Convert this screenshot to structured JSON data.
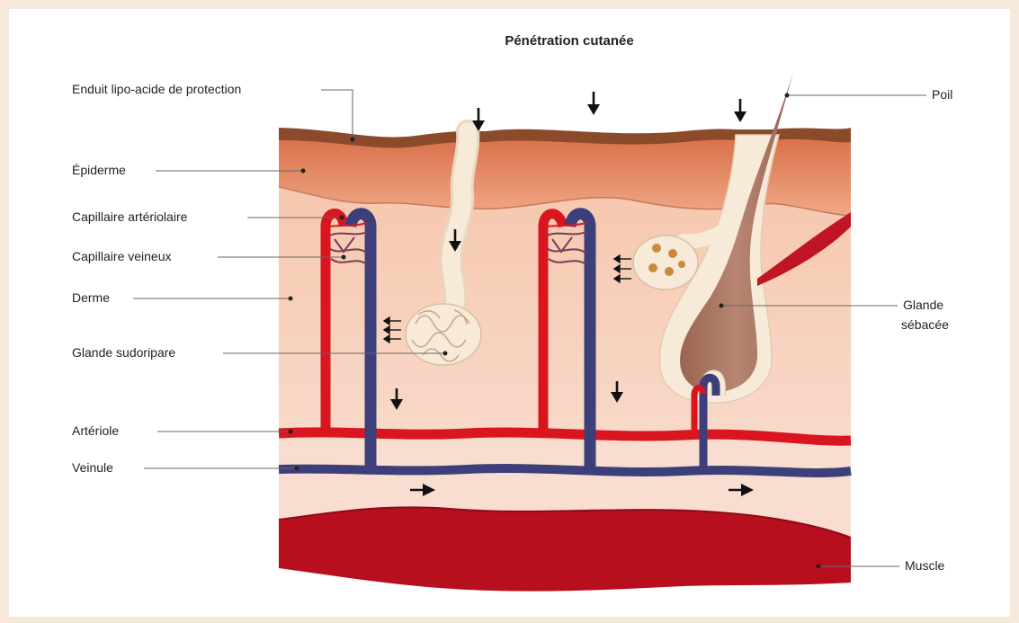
{
  "title": "Pénétration cutanée",
  "labels": {
    "enduit": "Enduit lipo-acide de protection",
    "epiderme": "Épiderme",
    "capillaire_arteriolaire": "Capillaire artériolaire",
    "capillaire_veineux": "Capillaire veineux",
    "derme": "Derme",
    "glande_sudoripare": "Glande sudoripare",
    "arteriole": "Artériole",
    "veinule": "Veinule",
    "poil": "Poil",
    "glande_sebacee_line1": "Glande",
    "glande_sebacee_line2": "sébacée",
    "muscle": "Muscle"
  },
  "colors": {
    "background": "#f6e9db",
    "panel": "#ffffff",
    "lipid_layer": "#8a4a2a",
    "epidermis": "#e8906a",
    "dermis": "#f6cdb6",
    "hypodermis": "#f8ddd0",
    "artery": "#d9151f",
    "vein": "#3d3f7a",
    "muscle": "#b70f1e",
    "hair": "#a5735d",
    "gland": "#f7ead8"
  }
}
